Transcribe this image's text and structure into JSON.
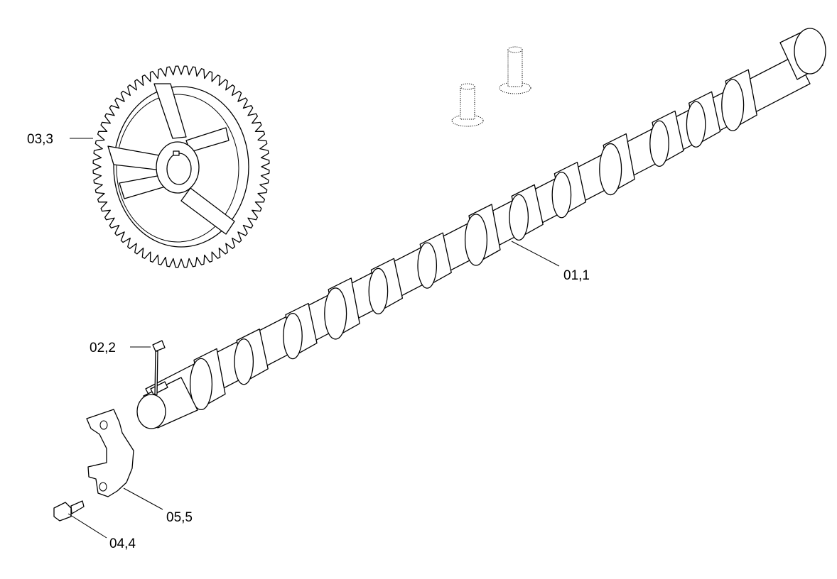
{
  "diagram": {
    "callouts": [
      {
        "id": "camshaft",
        "label": "01,1"
      },
      {
        "id": "key",
        "label": "02,2"
      },
      {
        "id": "gear",
        "label": "03,3"
      },
      {
        "id": "bolt",
        "label": "04,4"
      },
      {
        "id": "thrust-plate",
        "label": "05,5"
      }
    ],
    "line_color": "#000000",
    "background": "#ffffff"
  }
}
